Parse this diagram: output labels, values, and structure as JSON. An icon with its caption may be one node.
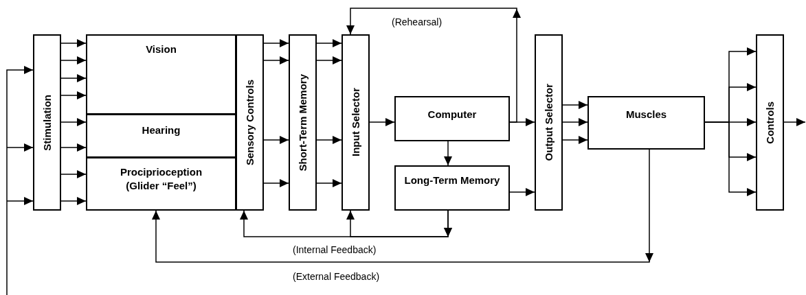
{
  "diagram": {
    "nodes": [
      {
        "text": [
          "Stimulation"
        ]
      },
      {
        "text": [
          "Vision"
        ]
      },
      {
        "text": [
          "Hearing"
        ]
      },
      {
        "text": [
          "Prociprioception (Glider “Feel”)"
        ]
      },
      {
        "text": [
          "Sensory Controls"
        ]
      },
      {
        "text": [
          "Short-Term Memory"
        ]
      },
      {
        "text": [
          "Input Selector"
        ]
      },
      {
        "text": [
          "Computer"
        ]
      },
      {
        "text": [
          "Long-Term Memory"
        ]
      },
      {
        "text": [
          "Output Selector"
        ]
      },
      {
        "text": [
          "Muscles"
        ]
      },
      {
        "text": [
          "Controls"
        ]
      }
    ],
    "edges": [
      {
        "from": 0,
        "to": 1,
        "arrow": "to"
      },
      {
        "from": 0,
        "to": 1,
        "arrow": "to"
      },
      {
        "from": 0,
        "to": 1,
        "arrow": "to"
      },
      {
        "from": 0,
        "to": 1,
        "arrow": "to"
      },
      {
        "from": 0,
        "to": 2,
        "arrow": "to"
      },
      {
        "from": 0,
        "to": 2,
        "arrow": "to"
      },
      {
        "from": 0,
        "to": 3,
        "arrow": "to"
      },
      {
        "from": 0,
        "to": 3,
        "arrow": "to"
      },
      {
        "from": 4,
        "to": 5,
        "arrow": "to"
      },
      {
        "from": 4,
        "to": 5,
        "arrow": "to"
      },
      {
        "from": 4,
        "to": 5,
        "arrow": "to"
      },
      {
        "from": 4,
        "to": 5,
        "arrow": "to"
      },
      {
        "from": 5,
        "to": 6,
        "arrow": "to"
      },
      {
        "from": 5,
        "to": 6,
        "arrow": "to"
      },
      {
        "from": 5,
        "to": 6,
        "arrow": "to"
      },
      {
        "from": 5,
        "to": 6,
        "arrow": "to"
      },
      {
        "from": 6,
        "to": 7,
        "arrow": "to"
      },
      {
        "from": 7,
        "to": 9,
        "arrow": "to"
      },
      {
        "from": 7,
        "to": 8,
        "arrow": "to"
      },
      {
        "from": 8,
        "to": 9,
        "arrow": "to"
      },
      {
        "from": 9,
        "to": 10,
        "arrow": "to"
      },
      {
        "from": 9,
        "to": 10,
        "arrow": "to"
      },
      {
        "from": 9,
        "to": 10,
        "arrow": "to"
      },
      {
        "from": 10,
        "to": 11,
        "arrow": "to"
      },
      {
        "from": 10,
        "to": 11,
        "arrow": "to"
      },
      {
        "from": 10,
        "to": 11,
        "arrow": "to"
      },
      {
        "from": 10,
        "to": 11,
        "arrow": "to"
      },
      {
        "from": 10,
        "to": 11,
        "arrow": "to"
      },
      {
        "from": 11,
        "to": null,
        "arrow": "to"
      },
      {
        "from": null,
        "to": 0,
        "arrow": "to"
      },
      {
        "from": null,
        "to": 0,
        "arrow": "to"
      },
      {
        "from": null,
        "to": 0,
        "arrow": "to"
      },
      {
        "from": 7,
        "to": 6,
        "arrow": "to",
        "label": "(Rehearsal)"
      },
      {
        "from": 8,
        "to": 4,
        "arrow": "to",
        "label": "(Internal Feedback)"
      },
      {
        "from": 8,
        "to": 6,
        "arrow": "to"
      },
      {
        "from": 10,
        "to": 3,
        "arrow": "to",
        "label": "(External Feedback)"
      }
    ]
  }
}
